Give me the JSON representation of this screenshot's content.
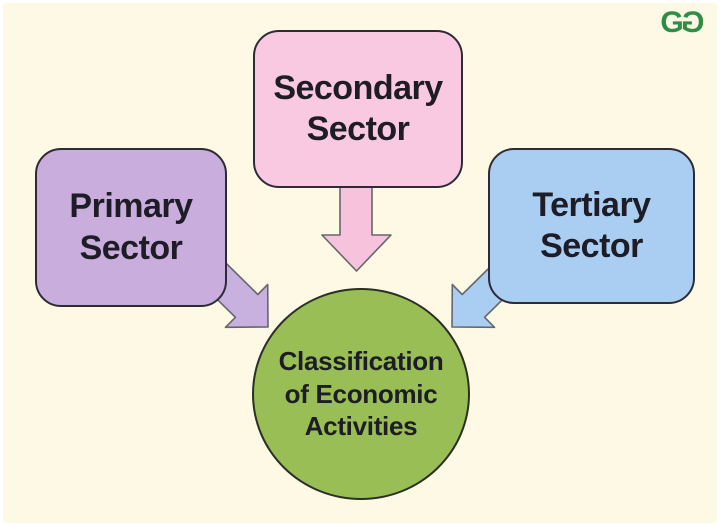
{
  "canvas": {
    "background": "#FDF9E4",
    "frame": "#FFFFFF"
  },
  "logo": {
    "name": "GeeksforGeeks logo",
    "color": "#2F8D46",
    "glyph": "G"
  },
  "diagram": {
    "type": "radial-classification-diagram",
    "title": "Classification of Economic Activities",
    "text_color": "#1E1C26",
    "nodes": [
      {
        "id": "primary",
        "label": "Primary Sector",
        "shape": "rounded-rect",
        "fill": "#C9ADDC",
        "border": "#2E2B38"
      },
      {
        "id": "secondary",
        "label": "Secondary Sector",
        "shape": "rounded-rect",
        "fill": "#F9C9E1",
        "border": "#2E2B38"
      },
      {
        "id": "tertiary",
        "label": "Tertiary Sector",
        "shape": "rounded-rect",
        "fill": "#A9CEF2",
        "border": "#2E2B38"
      },
      {
        "id": "center",
        "label": "Classification of Economic Activities",
        "shape": "circle",
        "fill": "#99BE55",
        "border": "#2B2F26"
      }
    ],
    "edges": [
      {
        "from": "primary",
        "to": "center",
        "direction": "down-right",
        "fill": "#C8B0DF",
        "outline": "#66666E"
      },
      {
        "from": "secondary",
        "to": "center",
        "direction": "down",
        "fill": "#F7C3DC",
        "outline": "#66666E"
      },
      {
        "from": "tertiary",
        "to": "center",
        "direction": "down-left",
        "fill": "#A9CEF2",
        "outline": "#66666E"
      }
    ]
  }
}
